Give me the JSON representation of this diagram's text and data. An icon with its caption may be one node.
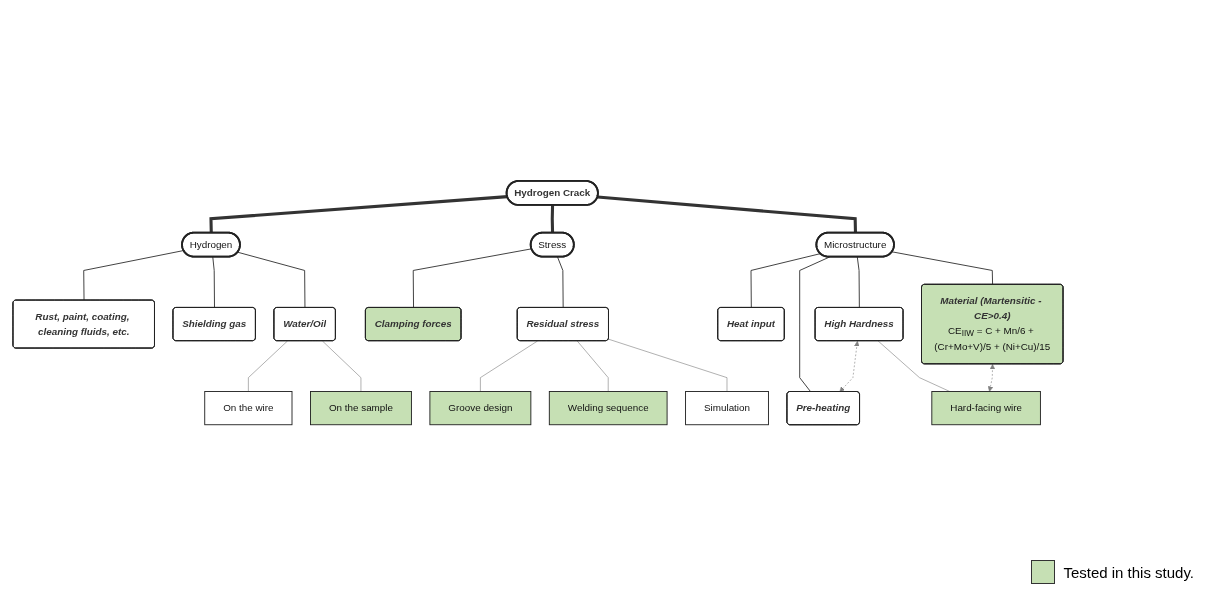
{
  "diagram": {
    "nodes": [
      {
        "text": [
          "Hydrogen Crack"
        ]
      },
      {
        "text": [
          "Hydrogen"
        ]
      },
      {
        "text": [
          "Stress"
        ]
      },
      {
        "text": [
          "Microstructure"
        ]
      },
      {
        "text": [
          "Rust, paint, coating, cleaning fluids, etc."
        ]
      },
      {
        "text": [
          "Shielding gas"
        ]
      },
      {
        "text": [
          "Water/Oil"
        ]
      },
      {
        "text": [
          "On the wire"
        ]
      },
      {
        "text": [
          "On the sample"
        ]
      },
      {
        "text": [
          "Clamping forces"
        ]
      },
      {
        "text": [
          "Residual stress"
        ]
      },
      {
        "text": [
          "Groove design"
        ]
      },
      {
        "text": [
          "Welding sequence"
        ]
      },
      {
        "text": [
          "Simulation"
        ]
      },
      {
        "text": [
          "Heat input"
        ]
      },
      {
        "text": [
          "High Hardness"
        ]
      },
      {
        "text": [
          "Pre-heating"
        ]
      },
      {
        "text": [
          "Material (Martensitic - CE>0.4)",
          "CE$_{IIW}$ = C + Mn/6 + (Cr+Mo+V)/5 + (Ni+Cu)/15"
        ]
      },
      {
        "text": [
          "Hard-facing wire"
        ]
      }
    ],
    "edges": [
      {
        "from": 0,
        "to": 1,
        "arrow": "none",
        "style": "thick"
      },
      {
        "from": 0,
        "to": 2,
        "arrow": "none",
        "style": "thick"
      },
      {
        "from": 0,
        "to": 3,
        "arrow": "none",
        "style": "thick"
      },
      {
        "from": 1,
        "to": 4,
        "arrow": "none"
      },
      {
        "from": 1,
        "to": 5,
        "arrow": "none"
      },
      {
        "from": 1,
        "to": 6,
        "arrow": "none"
      },
      {
        "from": 6,
        "to": 7,
        "arrow": "none",
        "color": "#808080"
      },
      {
        "from": 6,
        "to": 8,
        "arrow": "none",
        "color": "#808080"
      },
      {
        "from": 2,
        "to": 9,
        "arrow": "none"
      },
      {
        "from": 2,
        "to": 10,
        "arrow": "none"
      },
      {
        "from": 10,
        "to": 11,
        "arrow": "none",
        "color": "#808080"
      },
      {
        "from": 10,
        "to": 12,
        "arrow": "none",
        "color": "#808080"
      },
      {
        "from": 10,
        "to": 13,
        "arrow": "none",
        "color": "#808080"
      },
      {
        "from": 3,
        "to": 14,
        "arrow": "none"
      },
      {
        "from": 3,
        "to": 15,
        "arrow": "none"
      },
      {
        "from": 3,
        "to": 16,
        "arrow": "none"
      },
      {
        "from": 3,
        "to": 17,
        "arrow": "none"
      },
      {
        "from": 15,
        "to": 16,
        "arrow": "both",
        "style": "dashed",
        "color": "#808080"
      },
      {
        "from": 15,
        "to": 18,
        "arrow": "none",
        "color": "#808080"
      },
      {
        "from": 17,
        "to": 18,
        "arrow": "both",
        "style": "dashed",
        "color": "#808080"
      }
    ],
    "legend": [
      {
        "text": "Tested in this study.",
        "color": "#c6e0b4"
      }
    ]
  }
}
